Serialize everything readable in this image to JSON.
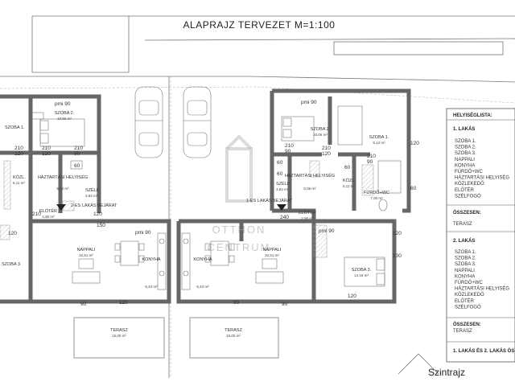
{
  "title": "ALAPRAJZ TERVEZET M=1:100",
  "caption": "Szintrajz",
  "watermark": {
    "line1": "OTTHON",
    "line2": "CENTRUM"
  },
  "rooms": {
    "szoba1_right": {
      "name": "SZOBA 1.",
      "area": "9,14 m²"
    },
    "szoba2_right": {
      "name": "SZOBA 2.",
      "area": "10,56 m²"
    },
    "szoba2_left": {
      "name": "SZOBA 2.",
      "area": "10,56 m²"
    },
    "szoba1_left": {
      "name": "SZOBA 1.",
      "area": ""
    },
    "szoba3_right": {
      "name": "SZOBA 3.",
      "area": "14,18 m²"
    },
    "szoba3_left": {
      "name": "SZOBA 3.",
      "area": ""
    },
    "haztartasi_left": {
      "name": "HÁZTARTÁSI HELYISÉG",
      "area": "5,06 m²"
    },
    "haztartasi_right": {
      "name": "HÁZTARTÁSI HELYISÉG",
      "area": "5,06 m²"
    },
    "kozl_left": {
      "name": "KÖZL.",
      "area": "6,11 m²"
    },
    "kozl_right": {
      "name": "KÖZL.",
      "area": "6,11 m²"
    },
    "szelf_left": {
      "name": "SZÉLF.",
      "area": "3,84 m²"
    },
    "szelf_right": {
      "name": "SZÉLF.",
      "area": "3,84 m²"
    },
    "eloter_left": {
      "name": "ELŐTÉR",
      "area": "2,90 m²"
    },
    "eloter_right": {
      "name": "ELŐTÉR",
      "area": "2,90 m²"
    },
    "furdo_right": {
      "name": "FÜRDŐ+WC",
      "area": "7,00 m²"
    },
    "nappali_left": {
      "name": "NAPPALI",
      "area": "32,51 m²"
    },
    "nappali_right": {
      "name": "NAPPALI",
      "area": "32,51 m²"
    },
    "konyha_left": {
      "name": "KONYHA",
      "area": "5,43 m²"
    },
    "konyha_right": {
      "name": "KONYHA",
      "area": "5,43 m²"
    },
    "terasz_left": {
      "name": "TERASZ",
      "area": "15,00 m²"
    },
    "terasz_right": {
      "name": "TERASZ",
      "area": "15,00 m²"
    }
  },
  "entrances": {
    "left": "2-ES LAKÁS BEJÁRAT",
    "right": "1-ES LAKÁS BEJÁRAT"
  },
  "dims": {
    "pmi90": "pmi 90",
    "d120": "120",
    "d210": "210",
    "d90": "90",
    "d60": "60",
    "d150": "150",
    "d240": "240",
    "d100": "100"
  },
  "legend": {
    "header": "HELYISÉGLISTA:",
    "flat1": {
      "title": "1. LAKÁS",
      "items": [
        "SZOBA 1.",
        "SZOBA 2.",
        "SZOBA 3.",
        "NAPPALI",
        "KONYHA",
        "FÜRDŐ+WC",
        "HÁZTARTÁSI HELYISÉG",
        "KÖZLEKEDŐ",
        "ELŐTÉR",
        "SZÉLFOGÓ"
      ]
    },
    "total1": "ÖSSZESEN:",
    "terrace1": "TERASZ",
    "flat2": {
      "title": "2. LAKÁS",
      "items": [
        "SZOBA 1.",
        "SZOBA 2.",
        "SZOBA 3.",
        "NAPPALI",
        "KONYHA",
        "FÜRDŐ+WC",
        "HÁZTARTÁSI HELYISÉG",
        "KÖZLEKEDŐ",
        "ELŐTÉR",
        "SZÉLFOGÓ"
      ]
    },
    "total2": "ÖSSZESEN:",
    "terrace2": "TERASZ",
    "grand": "1. LAKÁS ÉS 2. LAKÁS ÖS"
  }
}
